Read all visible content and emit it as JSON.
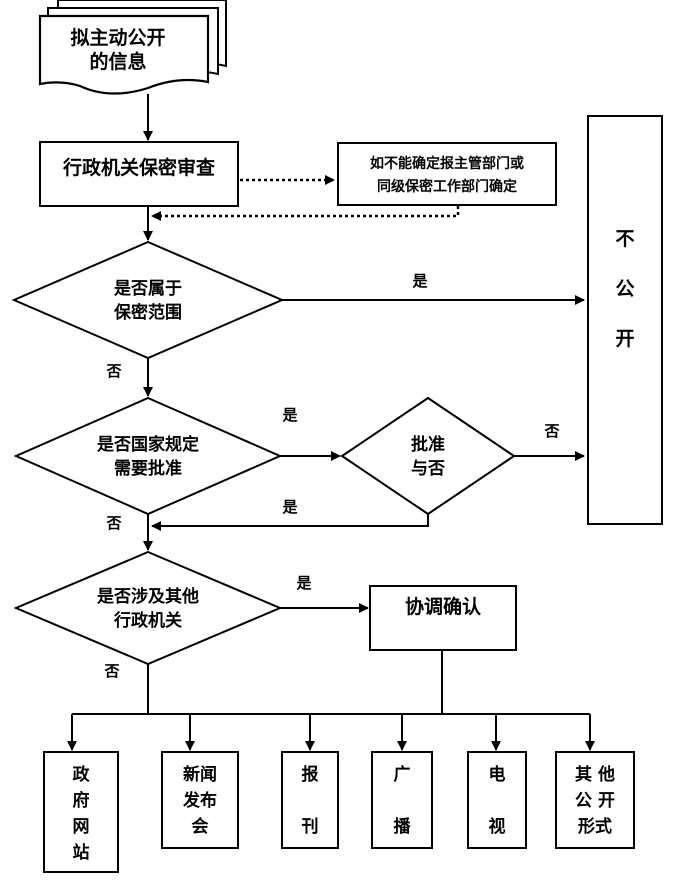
{
  "document_stack": {
    "line1": "拟主动公开",
    "line2": "的信息"
  },
  "review_box": {
    "label": "行政机关保密审查"
  },
  "confirm_box": {
    "line1": "如不能确定报主管部门或",
    "line2": "同级保密工作部门确定"
  },
  "not_public_box": {
    "char1": "不",
    "char2": "公",
    "char3": "开"
  },
  "decision_secret": {
    "line1": "是否属于",
    "line2": "保密范围",
    "yes_label": "是",
    "no_label": "否"
  },
  "decision_approval": {
    "line1": "是否国家规定",
    "line2": "需要批准",
    "yes_label": "是",
    "no_label": "否"
  },
  "decision_approve": {
    "line1": "批准",
    "line2": "与否",
    "no_label": "否",
    "yes_label": "是"
  },
  "decision_other_agency": {
    "line1": "是否涉及其他",
    "line2": "行政机关",
    "yes_label": "是",
    "no_label": "否"
  },
  "coordinate_box": {
    "label": "协调确认"
  },
  "channels": [
    {
      "lines": [
        "政",
        "府",
        "网",
        "站"
      ]
    },
    {
      "lines": [
        "新闻",
        "发布",
        "会"
      ]
    },
    {
      "lines": [
        "报",
        "刊"
      ]
    },
    {
      "lines": [
        "广",
        "播"
      ]
    },
    {
      "lines": [
        "电",
        "视"
      ]
    },
    {
      "lines": [
        "其 他",
        "公 开",
        "形式"
      ]
    }
  ]
}
